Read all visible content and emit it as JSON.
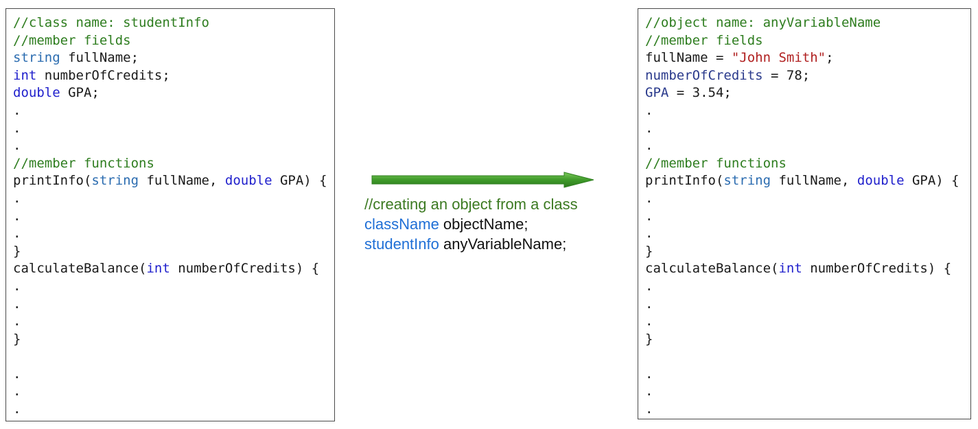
{
  "left_panel": {
    "line1": {
      "comment": "//class name: studentInfo"
    },
    "line2": {
      "comment": "//member fields"
    },
    "line3": {
      "type": "string",
      "rest": " fullName;"
    },
    "line4": {
      "type": "int",
      "rest": " numberOfCredits;"
    },
    "line5": {
      "type": "double",
      "rest": " GPA;"
    },
    "dot": ".",
    "functions_comment": "//member functions",
    "print_fn": {
      "name": "printInfo(",
      "t1": "string",
      "a1": " fullName, ",
      "t2": "double",
      "a2": " GPA) {"
    },
    "close_brace": "}",
    "calc_fn": {
      "name": "calculateBalance(",
      "t1": "int",
      "a1": " numberOfCredits) {"
    }
  },
  "middle": {
    "comment": "//creating an object from a class",
    "line2": {
      "type": "className",
      "rest": " objectName;"
    },
    "line3": {
      "type": "studentInfo",
      "rest": " anyVariableName;"
    }
  },
  "right_panel": {
    "line1": {
      "comment": "//object name: anyVariableName"
    },
    "line2": {
      "comment": "//member fields"
    },
    "line3": {
      "field": "fullName",
      "eq": " = ",
      "value": "\"John Smith\"",
      "end": ";"
    },
    "line4": {
      "field": "numberOfCredits",
      "rest": " = 78;"
    },
    "line5": {
      "field": "GPA",
      "rest": " = 3.54;"
    },
    "dot": ".",
    "functions_comment": "//member functions",
    "print_fn": {
      "name": "printInfo(",
      "t1": "string",
      "a1": " fullName, ",
      "t2": "double",
      "a2": " GPA) {"
    },
    "close_brace": "}",
    "calc_fn": {
      "name": "calculateBalance(",
      "t1": "int",
      "a1": " numberOfCredits) {"
    }
  },
  "colors": {
    "comment": "#2e7d1f",
    "type_string": "#2b6cb0",
    "keyword": "#1f1fcc",
    "string_literal": "#b02020",
    "arrow": "#3f9a2a"
  }
}
